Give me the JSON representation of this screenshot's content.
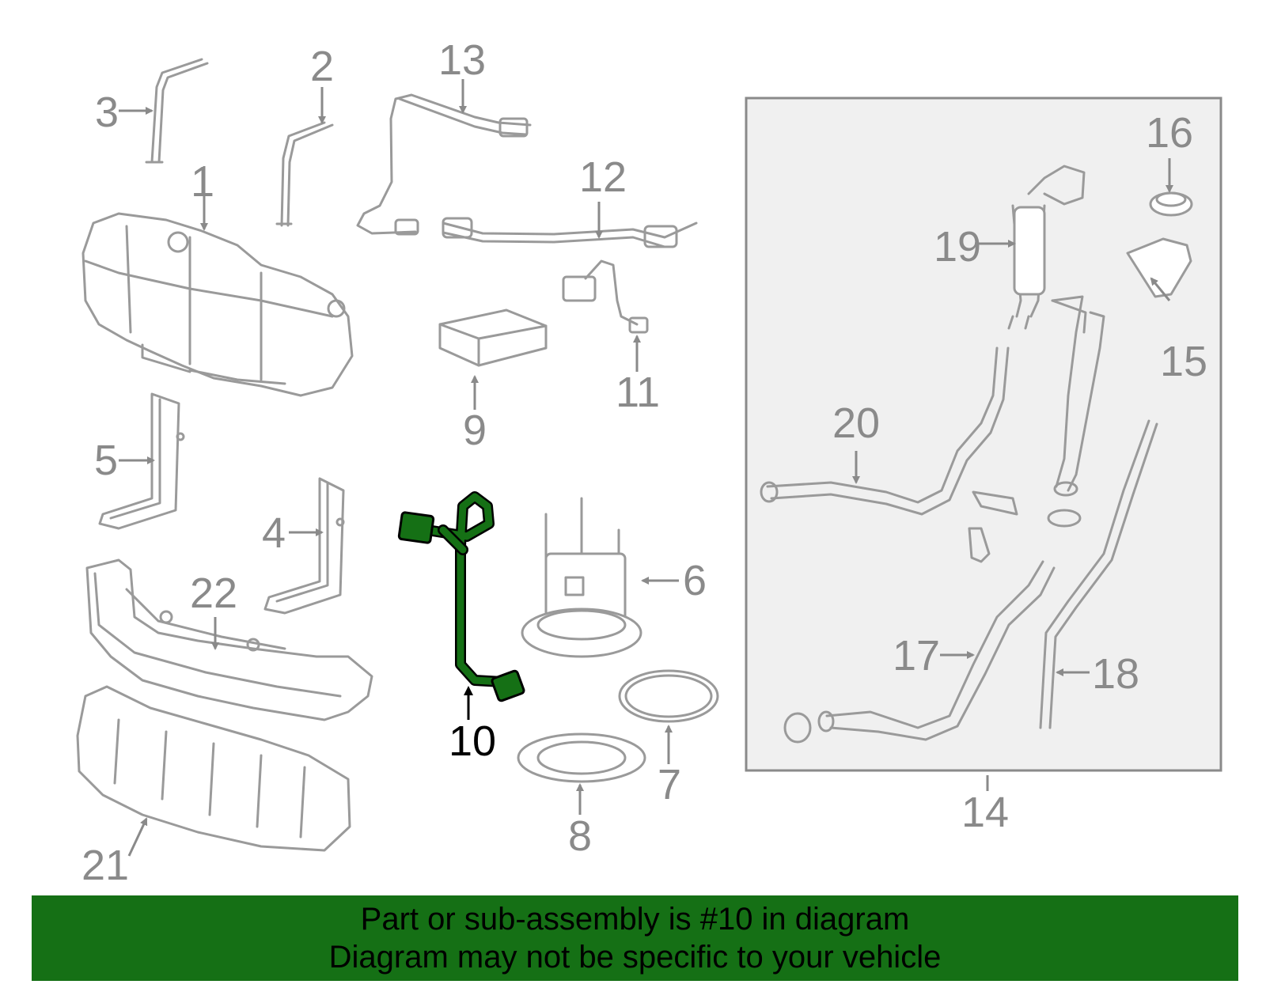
{
  "highlight": {
    "callout": "10",
    "color": "#157015"
  },
  "callouts": [
    {
      "key": "c1",
      "text": "1"
    },
    {
      "key": "c2",
      "text": "2"
    },
    {
      "key": "c3",
      "text": "3"
    },
    {
      "key": "c4",
      "text": "4"
    },
    {
      "key": "c5",
      "text": "5"
    },
    {
      "key": "c6",
      "text": "6"
    },
    {
      "key": "c7",
      "text": "7"
    },
    {
      "key": "c8",
      "text": "8"
    },
    {
      "key": "c9",
      "text": "9"
    },
    {
      "key": "c10",
      "text": "10"
    },
    {
      "key": "c11",
      "text": "11"
    },
    {
      "key": "c12",
      "text": "12"
    },
    {
      "key": "c13",
      "text": "13"
    },
    {
      "key": "c14",
      "text": "14"
    },
    {
      "key": "c15",
      "text": "15"
    },
    {
      "key": "c16",
      "text": "16"
    },
    {
      "key": "c17",
      "text": "17"
    },
    {
      "key": "c18",
      "text": "18"
    },
    {
      "key": "c19",
      "text": "19"
    },
    {
      "key": "c20",
      "text": "20"
    },
    {
      "key": "c21",
      "text": "21"
    },
    {
      "key": "c22",
      "text": "22"
    }
  ],
  "banner": {
    "line1": "Part or sub-assembly is #10 in diagram",
    "line2": "Diagram may not be specific to your vehicle",
    "background": "#157015"
  }
}
